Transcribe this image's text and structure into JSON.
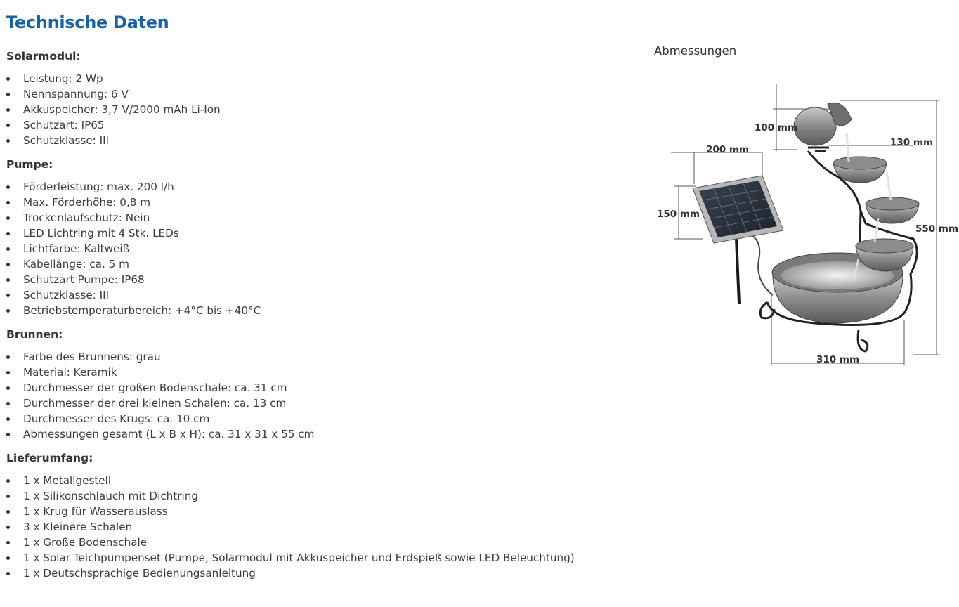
{
  "page_title": "Technische Daten",
  "sections": [
    {
      "heading": "Solarmodul:",
      "items": [
        "Leistung: 2 Wp",
        "Nennspannung: 6 V",
        "Akkuspeicher: 3,7 V/2000 mAh Li-Ion",
        "Schutzart: IP65",
        "Schutzklasse: III"
      ]
    },
    {
      "heading": "Pumpe:",
      "items": [
        "Förderleistung: max. 200 l/h",
        "Max. Förderhöhe: 0,8 m",
        "Trockenlaufschutz: Nein",
        "LED Lichtring mit 4 Stk. LEDs",
        "Lichtfarbe: Kaltweiß",
        "Kabellänge: ca. 5 m",
        "Schutzart Pumpe: IP68",
        "Schutzklasse: III",
        "Betriebstemperaturbereich: +4°C bis +40°C"
      ]
    },
    {
      "heading": "Brunnen:",
      "items": [
        "Farbe des Brunnens: grau",
        "Material: Keramik",
        "Durchmesser der großen Bodenschale: ca. 31 cm",
        "Durchmesser der drei kleinen Schalen: ca. 13 cm",
        "Durchmesser des Krugs: ca. 10 cm",
        "Abmessungen gesamt (L x B x H): ca. 31 x 31 x 55 cm"
      ]
    },
    {
      "heading": "Lieferumfang:",
      "items": [
        "1 x Metallgestell",
        "1 x Silikonschlauch mit Dichtring",
        "1 x Krug für Wasserauslass",
        "3 x Kleinere Schalen",
        "1 x Große Bodenschale",
        "1 x Solar Teichpumpenset (Pumpe, Solarmodul mit Akkuspeicher und Erdspieß sowie LED Beleuchtung)",
        "1 x Deutschsprachige Bedienungsanleitung"
      ]
    }
  ],
  "diagram": {
    "title": "Abmessungen",
    "labels": {
      "jug_height": "100 mm",
      "panel_width": "200 mm",
      "bowl_diameter": "130 mm",
      "panel_height": "150 mm",
      "total_height": "550 mm",
      "base_diameter": "310 mm"
    }
  },
  "colors": {
    "title": "#1a62a5",
    "text": "#333333"
  }
}
